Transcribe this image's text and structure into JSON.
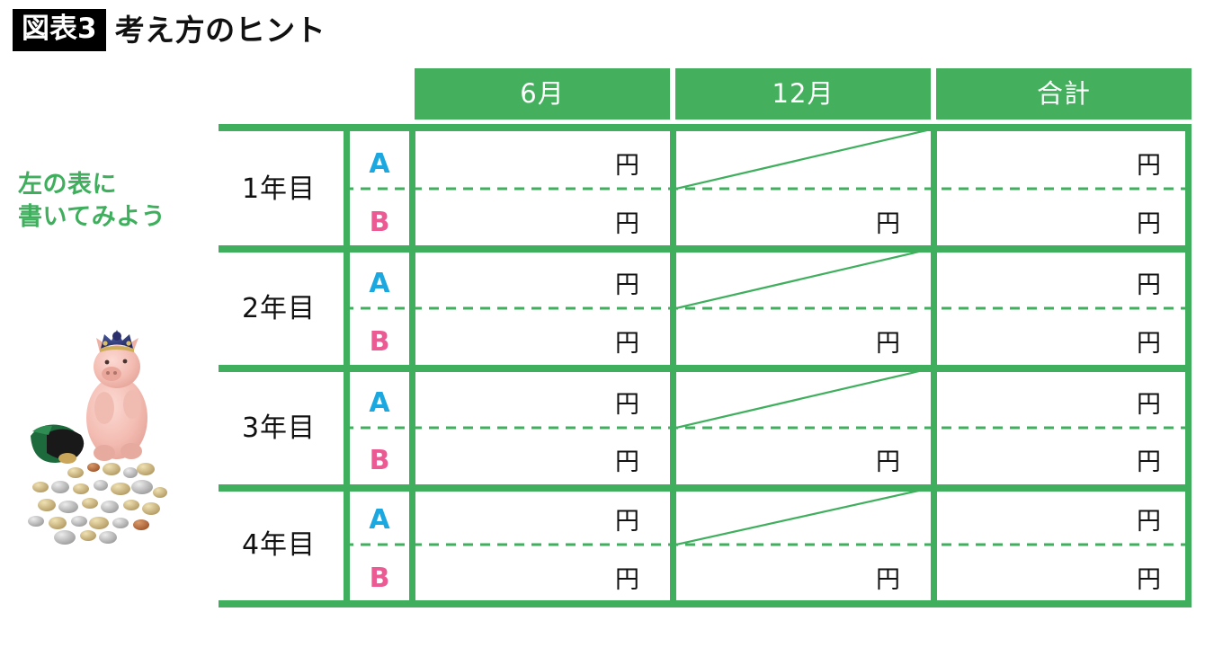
{
  "title": {
    "badge": "図表3",
    "heading": "考え方のヒント"
  },
  "side_note": {
    "line1": "左の表に",
    "line2": "書いてみよう",
    "color": "#3FAF5E"
  },
  "illustration": {
    "name": "piggy-bank-with-coins",
    "description": "貯金箱の豚と小銭入れと硬貨"
  },
  "colors": {
    "green": "#3FAF5E",
    "header_green": "#44B05E",
    "a_blue": "#1BA8E0",
    "b_pink": "#EC5A93",
    "black": "#000000",
    "white": "#ffffff"
  },
  "table": {
    "corner_label": "",
    "columns": [
      {
        "key": "jun",
        "label": "6月"
      },
      {
        "key": "dec",
        "label": "12月"
      },
      {
        "key": "total",
        "label": "合計"
      }
    ],
    "unit": "円",
    "row_groups": [
      {
        "year_label": "1年目",
        "rows": [
          {
            "plan": "A",
            "cells": [
              {
                "col": "jun",
                "value": "円"
              },
              {
                "col": "dec",
                "value": "",
                "strikethrough": true
              },
              {
                "col": "total",
                "value": "円"
              }
            ]
          },
          {
            "plan": "B",
            "cells": [
              {
                "col": "jun",
                "value": "円"
              },
              {
                "col": "dec",
                "value": "円"
              },
              {
                "col": "total",
                "value": "円"
              }
            ]
          }
        ]
      },
      {
        "year_label": "2年目",
        "rows": [
          {
            "plan": "A",
            "cells": [
              {
                "col": "jun",
                "value": "円"
              },
              {
                "col": "dec",
                "value": "",
                "strikethrough": true
              },
              {
                "col": "total",
                "value": "円"
              }
            ]
          },
          {
            "plan": "B",
            "cells": [
              {
                "col": "jun",
                "value": "円"
              },
              {
                "col": "dec",
                "value": "円"
              },
              {
                "col": "total",
                "value": "円"
              }
            ]
          }
        ]
      },
      {
        "year_label": "3年目",
        "rows": [
          {
            "plan": "A",
            "cells": [
              {
                "col": "jun",
                "value": "円"
              },
              {
                "col": "dec",
                "value": "",
                "strikethrough": true
              },
              {
                "col": "total",
                "value": "円"
              }
            ]
          },
          {
            "plan": "B",
            "cells": [
              {
                "col": "jun",
                "value": "円"
              },
              {
                "col": "dec",
                "value": "円"
              },
              {
                "col": "total",
                "value": "円"
              }
            ]
          }
        ]
      },
      {
        "year_label": "4年目",
        "rows": [
          {
            "plan": "A",
            "cells": [
              {
                "col": "jun",
                "value": "円"
              },
              {
                "col": "dec",
                "value": "",
                "strikethrough": true
              },
              {
                "col": "total",
                "value": "円"
              }
            ]
          },
          {
            "plan": "B",
            "cells": [
              {
                "col": "jun",
                "value": "円"
              },
              {
                "col": "dec",
                "value": "円"
              },
              {
                "col": "total",
                "value": "円"
              }
            ]
          }
        ]
      }
    ]
  }
}
